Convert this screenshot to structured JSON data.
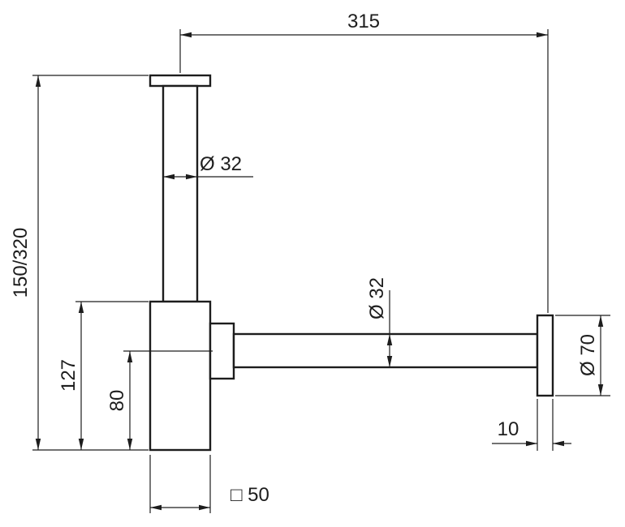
{
  "drawing": {
    "colors": {
      "line": "#1d1d1d",
      "background": "#ffffff"
    },
    "labels": {
      "width_wall_to_inlet": "315",
      "adjustable_height": "150/320",
      "inlet_diameter": "Ø 32",
      "outlet_diameter": "Ø 32",
      "rosette_diameter": "Ø 70",
      "rosette_thickness": "10",
      "body_height": "127",
      "outlet_axis_height": "80",
      "body_square_size": "□ 50"
    }
  }
}
